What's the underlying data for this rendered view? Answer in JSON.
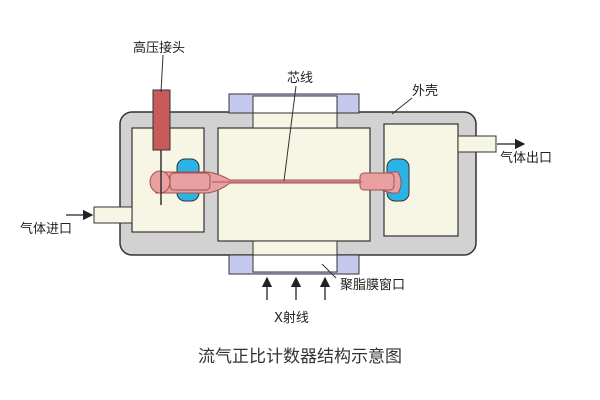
{
  "diagram": {
    "labels": {
      "hv_connector": "高压接头",
      "anode_wire": "芯线",
      "housing": "外壳",
      "gas_outlet": "气体出口",
      "gas_inlet": "气体进口",
      "window": "聚脂膜窗口",
      "xray": "X射线"
    },
    "caption": "流气正比计数器结构示意图",
    "colors": {
      "housing": "#d2d2d2",
      "chamber": "#f7f5e3",
      "wire": "#e8a0a0",
      "connector": "#c85a5a",
      "insulator": "#2bb3e6",
      "window": "#c5c9ee",
      "outline": "#333333"
    }
  }
}
